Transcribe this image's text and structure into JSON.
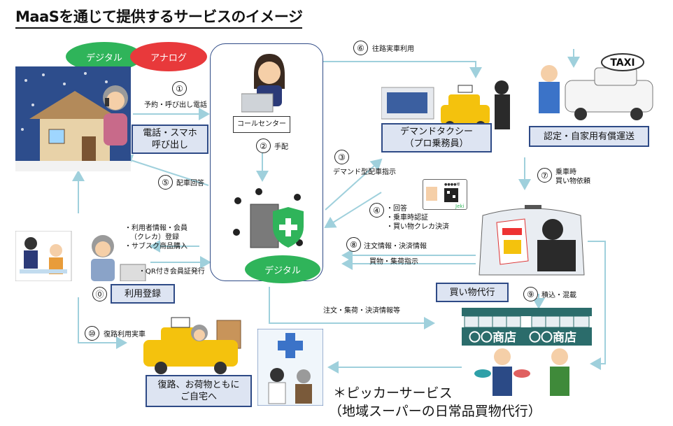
{
  "title": "MaaSを通じて提供するサービスのイメージ",
  "ovals": {
    "digital_top": "デジタル",
    "analog": "アナログ",
    "digital_center": "デジタル"
  },
  "call_center_label": "コールセンター",
  "boxes": {
    "phone": [
      "電話・スマホ",
      "呼び出し"
    ],
    "demand_taxi": [
      "デマンドタクシー",
      "（プロ乗務員）"
    ],
    "certified": "認定・自家用有償運送",
    "register": "利用登録",
    "shopping": "買い物代行",
    "return": [
      "復路、お荷物ともに",
      "ご自宅へ"
    ]
  },
  "steps": [
    {
      "num": "①",
      "text": "予約・呼び出し電話"
    },
    {
      "num": "②",
      "text": "手配"
    },
    {
      "num": "③",
      "text": "デマンド型配車指示"
    },
    {
      "num": "④",
      "lines": [
        "・回答",
        "・乗車時認証",
        "・買い物クレカ決済"
      ]
    },
    {
      "num": "⑤",
      "text": "配車回答"
    },
    {
      "num": "⑥",
      "text": "往路実車利用"
    },
    {
      "num": "⑦",
      "lines": [
        "乗車時",
        "買い物依頼"
      ]
    },
    {
      "num": "⑧",
      "text": "注文情報・決済情報"
    },
    {
      "num": "⑨",
      "text": "積込・混載"
    },
    {
      "num": "⓪",
      "text": ""
    },
    {
      "num": "⑩",
      "text": "復路利用実車"
    }
  ],
  "register_info": [
    "・利用者情報・会員",
    "（クレカ）登録",
    "・サブスク商品購入"
  ],
  "qr_issue": "・QR付き会員証発行",
  "purchase_instruction": "買物・集荷指示",
  "order_info": "注文・集荷・決済情報等",
  "store_name": "〇〇商店",
  "taxi_sign": "TAXI",
  "card_brand": "Jeki",
  "card_dots": "●●●●様",
  "picker_note": [
    "＊ピッカーサービス",
    "（地域スーパーの日常品買物代行）"
  ]
}
